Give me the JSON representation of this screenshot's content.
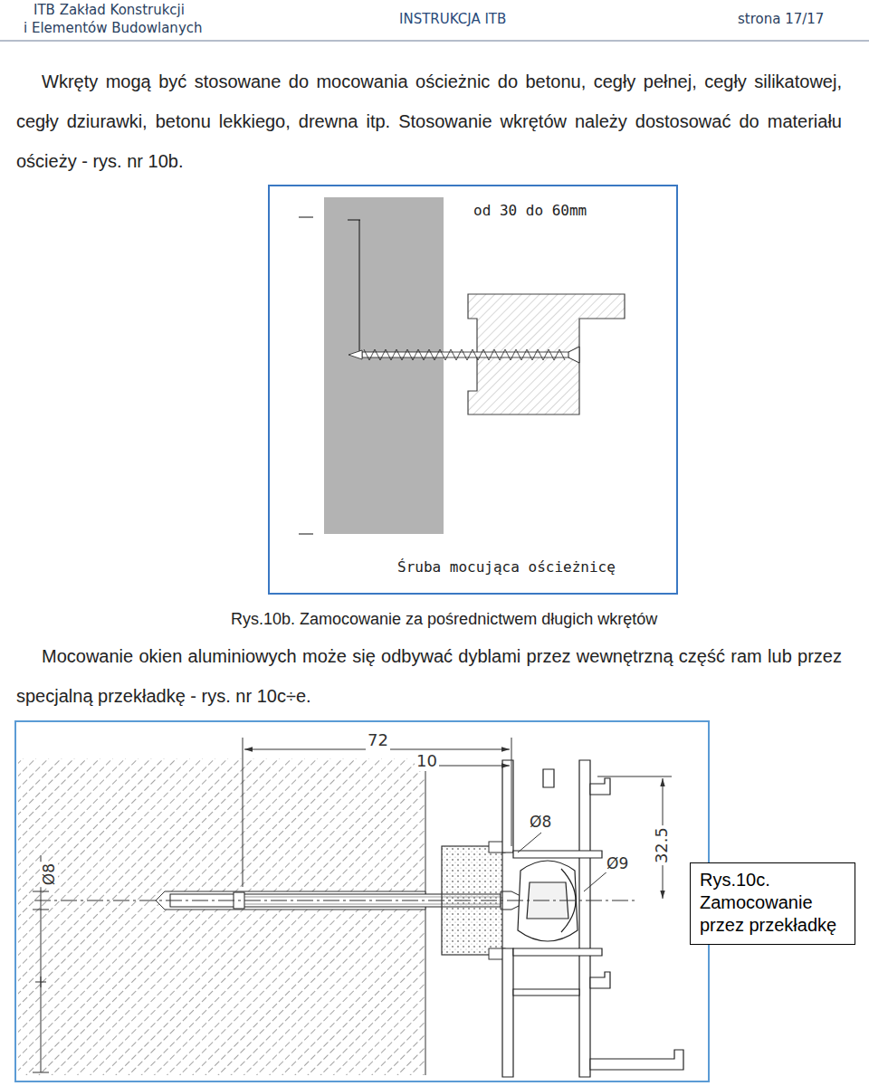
{
  "diagram": {
    "nodes": [
      {
        "text": [
          "Rys.10c. Zamocowanie przez przekładkę"
        ]
      }
    ],
    "labels": [
      "ITB Zakład Konstrukcji",
      "i Elementów Budowlanych",
      "INSTRUKCJA ITB",
      "strona 17/17",
      "Wkręty mogą być stosowane do mocowania ościeżnic do betonu, cegły pełnej, cegły silikatowej, cegły dziurawki, betonu lekkiego, drewna itp. Stosowanie wkrętów należy dostosować do materiału ościeży - rys. nr 10b.",
      "od 30 do 60mm",
      "Śruba mocująca ościeżnicę",
      "Rys.10b. Zamocowanie za pośrednictwem długich wkrętów",
      "Mocowanie okien aluminiowych może się odbywać dyblami przez wewnętrzną część ram lub przez specjalną przekładkę - rys. nr 10c÷e.",
      "72",
      "10",
      "Ø8",
      "Ø9",
      "32.5",
      "Ø8"
    ]
  }
}
